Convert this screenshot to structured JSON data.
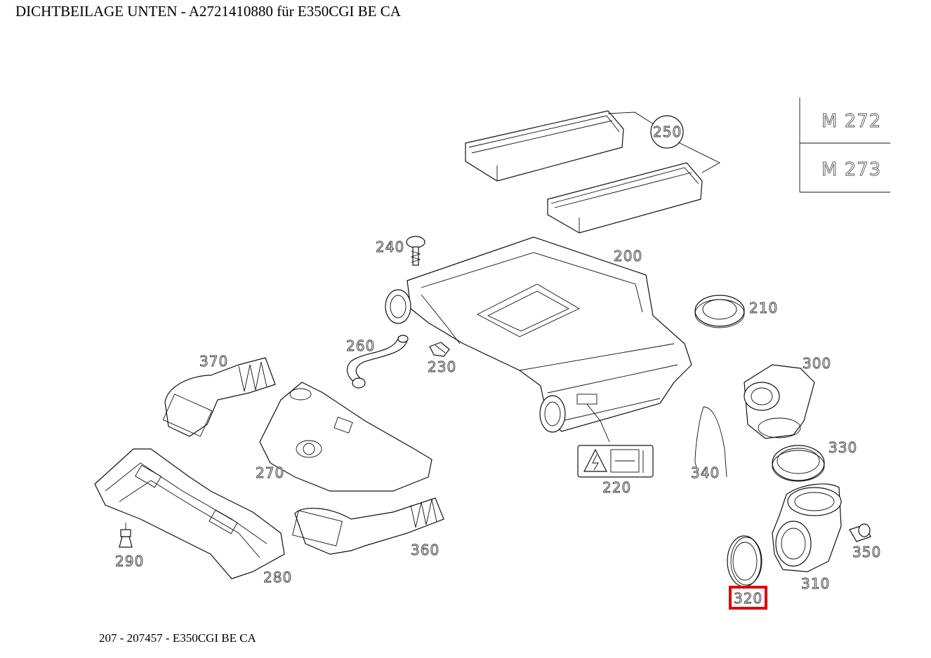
{
  "header": {
    "title": "DICHTBEILAGE UNTEN - A2721410880 für E350CGI BE CA"
  },
  "footer": {
    "caption": "207 - 207457 - E350CGI BE CA"
  },
  "engine_table": {
    "rows": [
      "M 272",
      "M 273"
    ]
  },
  "callouts": {
    "c200": "200",
    "c210": "210",
    "c220": "220",
    "c230": "230",
    "c240": "240",
    "c250": "250",
    "c260": "260",
    "c270": "270",
    "c280": "280",
    "c290": "290",
    "c300": "300",
    "c310": "310",
    "c320": "320",
    "c330": "330",
    "c340": "340",
    "c350": "350",
    "c360": "360",
    "c370": "370"
  },
  "highlight": {
    "part": "320",
    "color": "#e00000"
  }
}
